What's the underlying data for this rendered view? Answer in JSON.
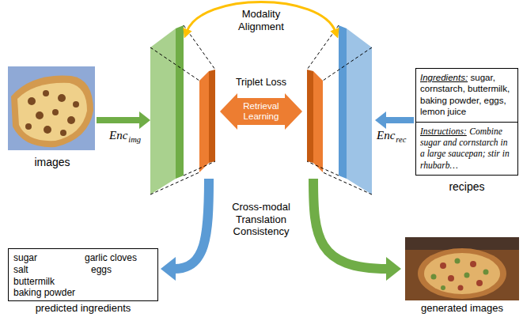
{
  "diagram": {
    "nodes": [
      {
        "text": [
          "images"
        ]
      },
      {
        "text": [
          "Retrieval Learning"
        ]
      },
      {
        "text": [
          "Ingredients:",
          "sugar, cornstarch, buttermilk, baking powder, eggs, lemon juice",
          "Instructions:",
          "Combine sugar and cornstarch in a large saucepan; stir in rhubarb…",
          "recipes"
        ]
      },
      {
        "text": [
          "sugar",
          "garlic cloves",
          "salt",
          "eggs",
          "buttermilk",
          "baking powder",
          "predicted ingredients"
        ]
      },
      {
        "text": [
          "generated images"
        ]
      }
    ],
    "labels": [
      "Modality Alignment",
      "Triplet Loss",
      "Enc",
      "img",
      "Enc",
      "rec",
      "Cross-modal Translation Consistency"
    ]
  }
}
